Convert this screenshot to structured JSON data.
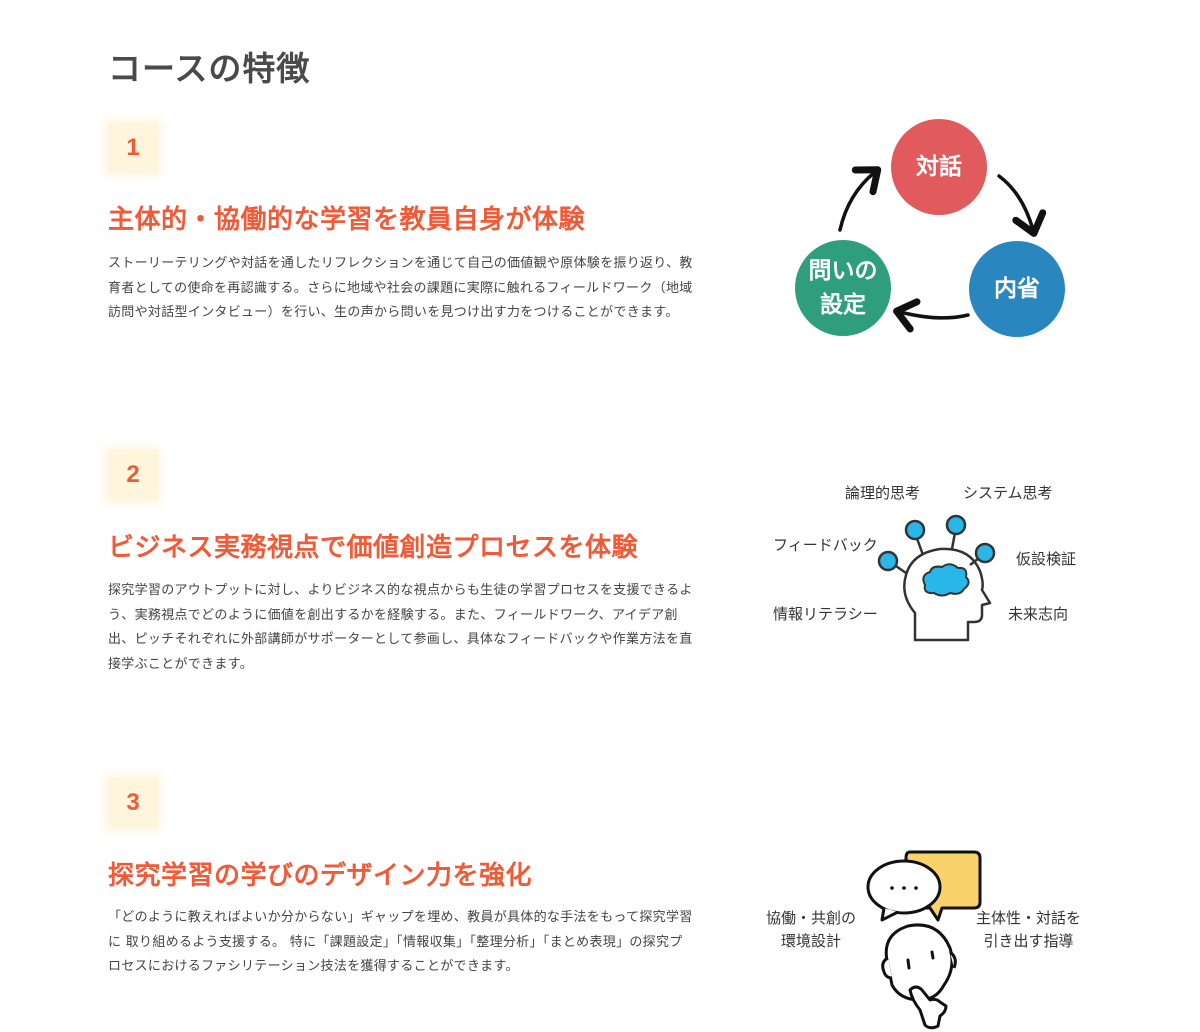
{
  "page": {
    "title": "コースの特徴"
  },
  "colors": {
    "accent": "#f15a37",
    "badge_bg": "#fff4dc",
    "dialogue": "#e05a5e",
    "reflection": "#2a86bf",
    "question_setting": "#2f9e7c",
    "brain_node": "#28b7e8",
    "speech_yellow": "#f9d26b"
  },
  "features": [
    {
      "number": "1",
      "title": "主体的・協働的な学習を教員自身が体験",
      "description": "ストーリーテリングや対話を通したリフレクションを通じて自己の価値観や原体験を振り返り、教育者としての使命を再認識する。さらに地域や社会の課題に実際に触れるフィールドワーク（地域訪問や対話型インタビュー）を行い、生の声から問いを見つけ出す力をつけることができます。",
      "illustration": {
        "type": "cycle",
        "nodes": [
          {
            "label": "対話"
          },
          {
            "label": "内省"
          },
          {
            "label": "問いの\n設定",
            "line1": "問いの",
            "line2": "設定"
          }
        ]
      }
    },
    {
      "number": "2",
      "title": "ビジネス実務視点で価値創造プロセスを体験",
      "description": "探究学習のアウトプットに対し、よりビジネス的な視点からも生徒の学習プロセスを支援できるよう、実務視点でどのように価値を創出するかを経験する。また、フィールドワーク、アイデア創出、ピッチそれぞれに外部講師がサポーターとして参画し、具体なフィードバックや作業方法を直接学ぶことができます。",
      "illustration": {
        "type": "brain",
        "labels": [
          "論理的思考",
          "システム思考",
          "フィードバック",
          "仮設検証",
          "情報リテラシー",
          "未来志向"
        ]
      }
    },
    {
      "number": "3",
      "title": "探究学習の学びのデザイン力を強化",
      "description": "「どのように教えればよいか分からない」ギャップを埋め、教員が具体的な手法をもって探究学習に 取り組めるよう支援する。 特に「課題設定」「情報収集」「整理分析」「まとめ表現」の探究プロセスにおけるファシリテーション技法を獲得することができます。",
      "illustration": {
        "type": "thinking-person",
        "left_label": {
          "line1": "協働・共創の",
          "line2": "環境設計"
        },
        "right_label": {
          "line1": "主体性・対話を",
          "line2": "引き出す指導"
        },
        "bubble_text": "・・・"
      }
    }
  ]
}
